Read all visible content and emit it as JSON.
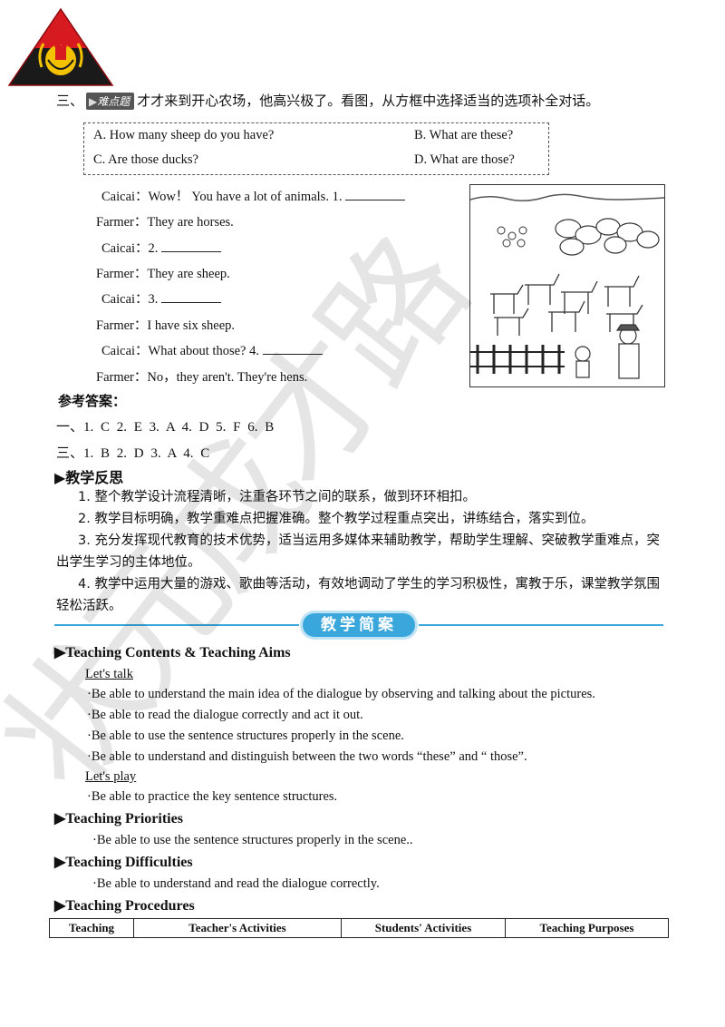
{
  "section3": {
    "prefix": "三、",
    "tag": "难点题",
    "instruction": "才才来到开心农场，他高兴极了。看图，从方框中选择适当的选项补全对话。",
    "options": [
      {
        "label": "A. How many sheep do you have?"
      },
      {
        "label": "B. What are these?"
      },
      {
        "label": "C. Are those ducks?"
      },
      {
        "label": "D. What are those?"
      }
    ],
    "dialogue": [
      {
        "speaker": "Caicai：",
        "text": "Wow！ You have a lot of animals. 1.",
        "blank": true
      },
      {
        "speaker": "Farmer：",
        "text": "They are horses.",
        "blank": false
      },
      {
        "speaker": "Caicai：",
        "text": "2.",
        "blank": true
      },
      {
        "speaker": "Farmer：",
        "text": "They are sheep.",
        "blank": false
      },
      {
        "speaker": "Caicai：",
        "text": "3.",
        "blank": true
      },
      {
        "speaker": "Farmer：",
        "text": "I have six sheep.",
        "blank": false
      },
      {
        "speaker": "Caicai：",
        "text": "What about those? 4.",
        "blank": true
      },
      {
        "speaker": "Farmer：",
        "text": "No，they aren't. They're hens.",
        "blank": false
      }
    ]
  },
  "answers": {
    "heading": "参考答案：",
    "line1": "一、1. C   2. E   3. A   4. D   5. F   6. B",
    "line2": "三、1. B   2. D   3. A   4. C"
  },
  "reflection": {
    "heading": "▶教学反思",
    "items": [
      "1. 整个教学设计流程清晰，注重各环节之间的联系，做到环环相扣。",
      "2. 教学目标明确，教学重难点把握准确。整个教学过程重点突出，讲练结合，落实到位。",
      "3. 充分发挥现代教育的技术优势，适当运用多媒体来辅助教学，帮助学生理解、突破教学重难点，突出学生学习的主体地位。",
      "4. 教学中运用大量的游戏、歌曲等活动，有效地调动了学生的学习积极性，寓教于乐，课堂教学氛围轻松活跃。"
    ]
  },
  "banner": "教学简案",
  "english": {
    "contents_heading": "▶Teaching Contents & Teaching Aims",
    "lets_talk": "Let's talk",
    "talk_items": [
      "·Be able to understand the main idea of the dialogue by observing and talking about the pictures.",
      "·Be able to  read  the  dialogue  correctly  and  act  it  out.",
      "·Be able to  use  the  sentence  structures  properly  in  the  scene.",
      "·Be able to  understand  and  distinguish  between  the  two  words  “these”  and  “ those”."
    ],
    "lets_play": "Let's play",
    "play_items": [
      "·Be able to practice the key sentence structures."
    ],
    "priorities_heading": "▶Teaching Priorities",
    "priorities_item": "·Be able to use the sentence structures properly in the scene..",
    "difficulties_heading": "▶Teaching Difficulties",
    "difficulties_item": "·Be able to understand and read the dialogue correctly.",
    "procedures_heading": "▶Teaching Procedures"
  },
  "table": {
    "headers": [
      "Teaching",
      "Teacher's Activities",
      "Students' Activities",
      "Teaching Purposes"
    ]
  },
  "watermark": "状元成才路",
  "colors": {
    "accent": "#3aa7dc",
    "logo_red": "#d71920",
    "logo_black": "#1a1a1a",
    "logo_gold": "#f2c200"
  }
}
